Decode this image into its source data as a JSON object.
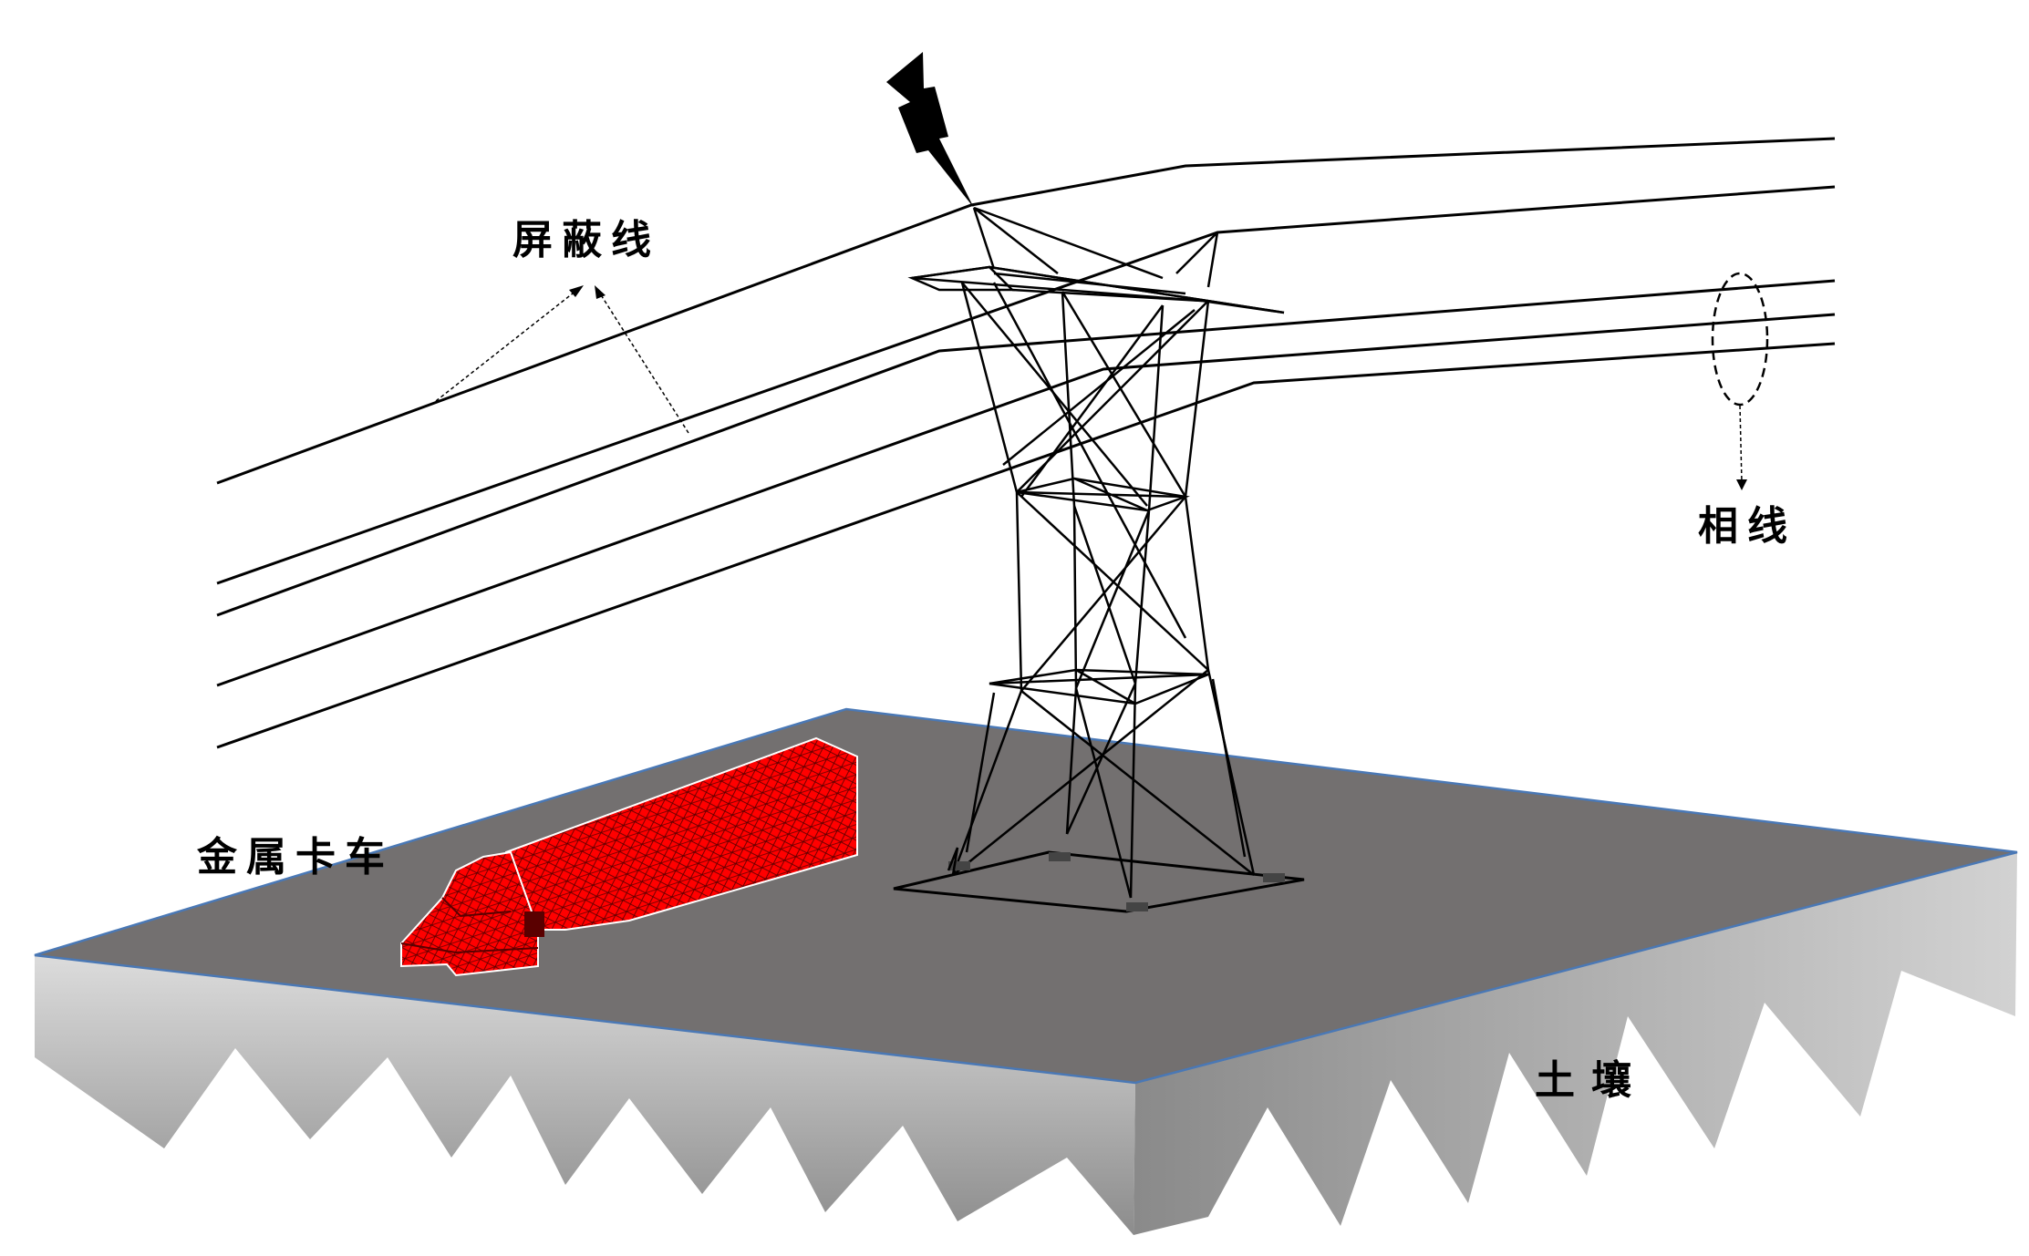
{
  "labels": {
    "shield_wire": "屏蔽线",
    "phase_wire": "相线",
    "metal_truck": "金属卡车",
    "soil": "土壤"
  },
  "colors": {
    "ground_top": "#737070",
    "ground_edge": "#4a78b5",
    "soil_light": "#d4d4d4",
    "soil_dark": "#8a8a8a",
    "truck": "#ff0000",
    "wire": "#000000"
  },
  "icons": {
    "lightning": "lightning-bolt-icon"
  }
}
